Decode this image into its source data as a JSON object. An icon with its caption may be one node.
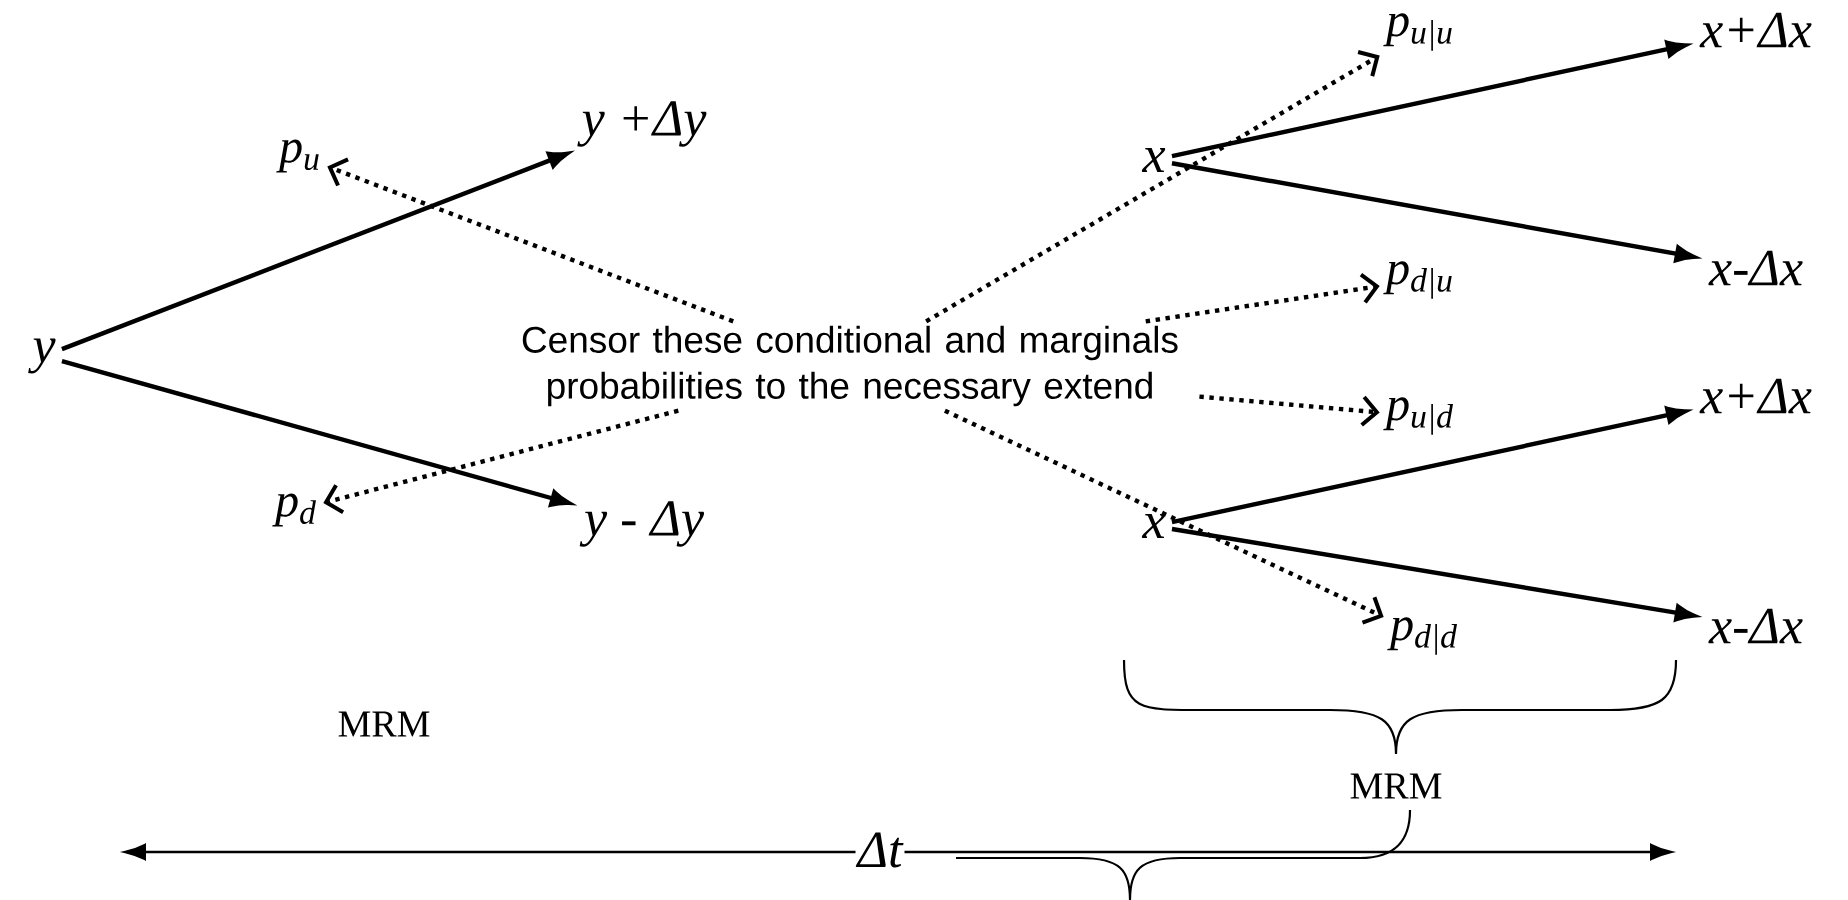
{
  "diagram": {
    "nodes": [
      {
        "text": [
          "y"
        ]
      },
      {
        "text": [
          "y +Δy"
        ]
      },
      {
        "text": [
          "y - Δy"
        ]
      },
      {
        "text": [
          "p$_{u}$"
        ]
      },
      {
        "text": [
          "p$_{d}$"
        ]
      },
      {
        "text": [
          "Censor these conditional and marginals probabilities to the necessary extend"
        ]
      },
      {
        "text": [
          "x"
        ]
      },
      {
        "text": [
          "x+Δx"
        ]
      },
      {
        "text": [
          "x-Δx"
        ]
      },
      {
        "text": [
          "p$_{u|u}$"
        ]
      },
      {
        "text": [
          "p$_{d|u}$"
        ]
      },
      {
        "text": [
          "p$_{u|d}$"
        ]
      },
      {
        "text": [
          "x"
        ]
      },
      {
        "text": [
          "x+Δx"
        ]
      },
      {
        "text": [
          "x-Δx"
        ]
      },
      {
        "text": [
          "p$_{d|d}$"
        ]
      }
    ],
    "edges": [
      {
        "from": 0,
        "to": 1,
        "arrow": "to"
      },
      {
        "from": 0,
        "to": 2,
        "arrow": "to"
      },
      {
        "from": 5,
        "to": 3,
        "arrow": "to",
        "style": "dashed"
      },
      {
        "from": 5,
        "to": 4,
        "arrow": "to",
        "style": "dashed"
      },
      {
        "from": 6,
        "to": 7,
        "arrow": "to"
      },
      {
        "from": 6,
        "to": 8,
        "arrow": "to"
      },
      {
        "from": 5,
        "to": 9,
        "arrow": "to",
        "style": "dashed"
      },
      {
        "from": 5,
        "to": 10,
        "arrow": "to",
        "style": "dashed"
      },
      {
        "from": 5,
        "to": 11,
        "arrow": "to",
        "style": "dashed"
      },
      {
        "from": 12,
        "to": 13,
        "arrow": "to"
      },
      {
        "from": 12,
        "to": 14,
        "arrow": "to"
      },
      {
        "from": 5,
        "to": 15,
        "arrow": "to",
        "style": "dashed"
      }
    ],
    "labels": [
      "MRM",
      "MRM",
      "Δt"
    ]
  }
}
